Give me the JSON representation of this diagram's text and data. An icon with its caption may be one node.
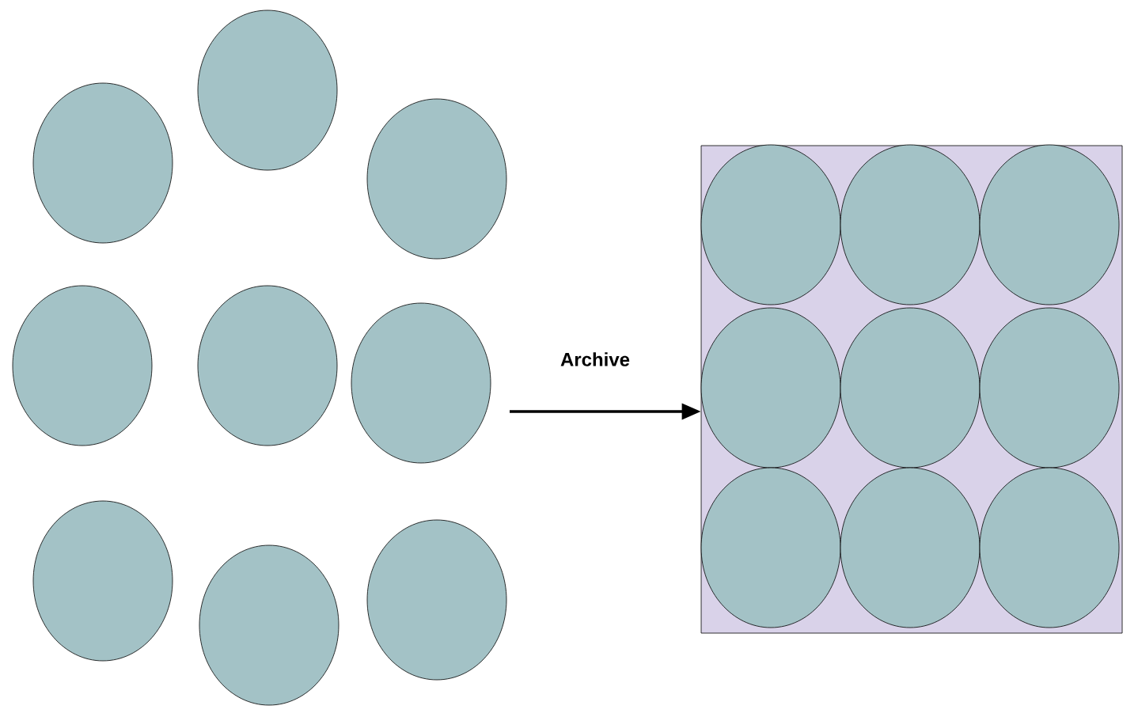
{
  "diagram": {
    "nodes": [
      {
        "text": [],
        "shape": "ellipse"
      },
      {
        "text": [],
        "shape": "ellipse"
      },
      {
        "text": [],
        "shape": "ellipse"
      },
      {
        "text": [],
        "shape": "ellipse"
      },
      {
        "text": [],
        "shape": "ellipse"
      },
      {
        "text": [],
        "shape": "ellipse"
      },
      {
        "text": [],
        "shape": "ellipse"
      },
      {
        "text": [],
        "shape": "ellipse"
      },
      {
        "text": [],
        "shape": "ellipse"
      },
      {
        "text": [],
        "shape": "box"
      },
      {
        "text": [],
        "shape": "ellipse",
        "in": 9
      },
      {
        "text": [],
        "shape": "ellipse",
        "in": 9
      },
      {
        "text": [],
        "shape": "ellipse",
        "in": 9
      },
      {
        "text": [],
        "shape": "ellipse",
        "in": 9
      },
      {
        "text": [],
        "shape": "ellipse",
        "in": 9
      },
      {
        "text": [],
        "shape": "ellipse",
        "in": 9
      },
      {
        "text": [],
        "shape": "ellipse",
        "in": 9
      },
      {
        "text": [],
        "shape": "ellipse",
        "in": 9
      },
      {
        "text": [],
        "shape": "ellipse",
        "in": 9
      }
    ],
    "edges": [
      {
        "from": null,
        "to": 9,
        "arrow": "to",
        "label": "Archive"
      }
    ]
  }
}
